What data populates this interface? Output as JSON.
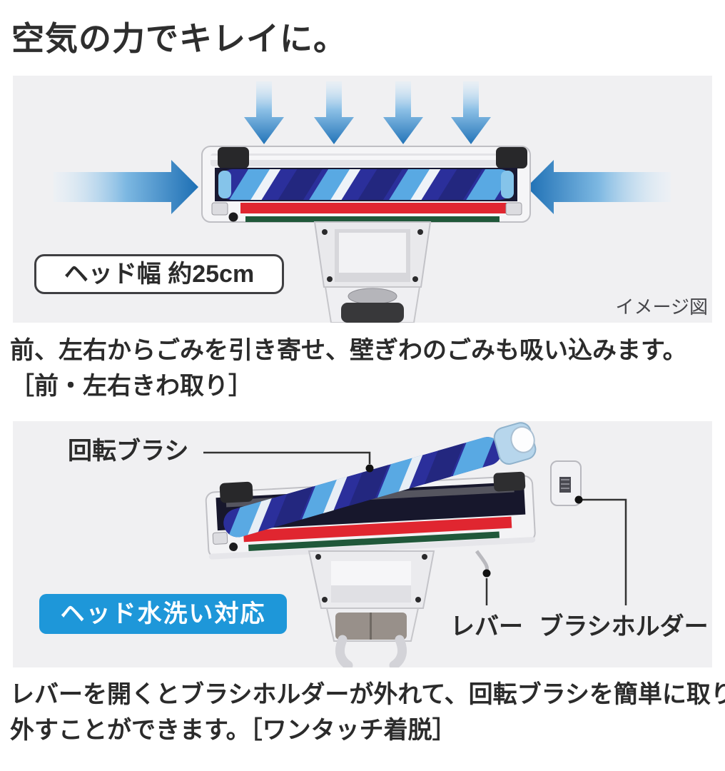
{
  "title": "空気の力でキレイに。",
  "colors": {
    "panel_bg": "#f0f0f2",
    "badge_blue": "#1e97d9",
    "arrow_blue_dark": "#2374b8",
    "arrow_blue_light": "#d9ecf9",
    "red_strip": "#e02630",
    "green_strip": "#20583a",
    "brush_dark_blue": "#2b2f9b",
    "brush_light_blue": "#59a9e3"
  },
  "diagram1": {
    "head_width_label": "ヘッド幅 約25cm",
    "image_note": "イメージ図"
  },
  "caption1": {
    "line1": "前、左右からごみを引き寄せ、壁ぎわのごみも吸い込みます。",
    "line2": "［前・左右きわ取り］"
  },
  "diagram2": {
    "rotating_brush_label": "回転ブラシ",
    "lever_label": "レバー",
    "brush_holder_label": "ブラシホルダー",
    "washable_badge": "ヘッド水洗い対応"
  },
  "caption2": {
    "line1": "レバーを開くとブラシホルダーが外れて、回転ブラシを簡単に取り",
    "line2": "外すことができます。［ワンタッチ着脱］"
  }
}
